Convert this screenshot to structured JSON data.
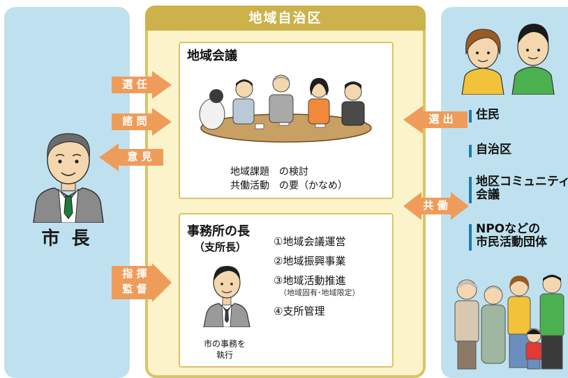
{
  "mayor": {
    "title": "市 長"
  },
  "arrows": {
    "appoint": "選 任",
    "consult": "諮 問",
    "opinion": "意 見",
    "direct": "指 揮",
    "supervise": "監 督",
    "elect": "選 出",
    "cooperate": "共 働"
  },
  "district": {
    "title": "地域自治区"
  },
  "council": {
    "title": "地域会議",
    "line1": "地域課題　の検討",
    "line2": "共働活動　の要（かなめ）"
  },
  "office": {
    "title": "事務所の長",
    "subtitle": "（支所長）",
    "caption_line1": "市の事務を",
    "caption_line2": "執行",
    "duties": [
      "①地域会議運営",
      "②地域振興事業",
      "③地域活動推進",
      "④支所管理"
    ],
    "duty3_note": "（地域固有･地域限定）"
  },
  "organizations": [
    "住民",
    "自治区",
    "地区コミュニティ",
    "会議",
    "NPOなどの",
    "市民活動団体"
  ],
  "colors": {
    "arrow": "#ef9c5a",
    "left_bg": "#bfe1ef",
    "center_bg": "#fbf3c9",
    "header": "#cdb24b",
    "accent_bar": "#1e7bb0"
  }
}
